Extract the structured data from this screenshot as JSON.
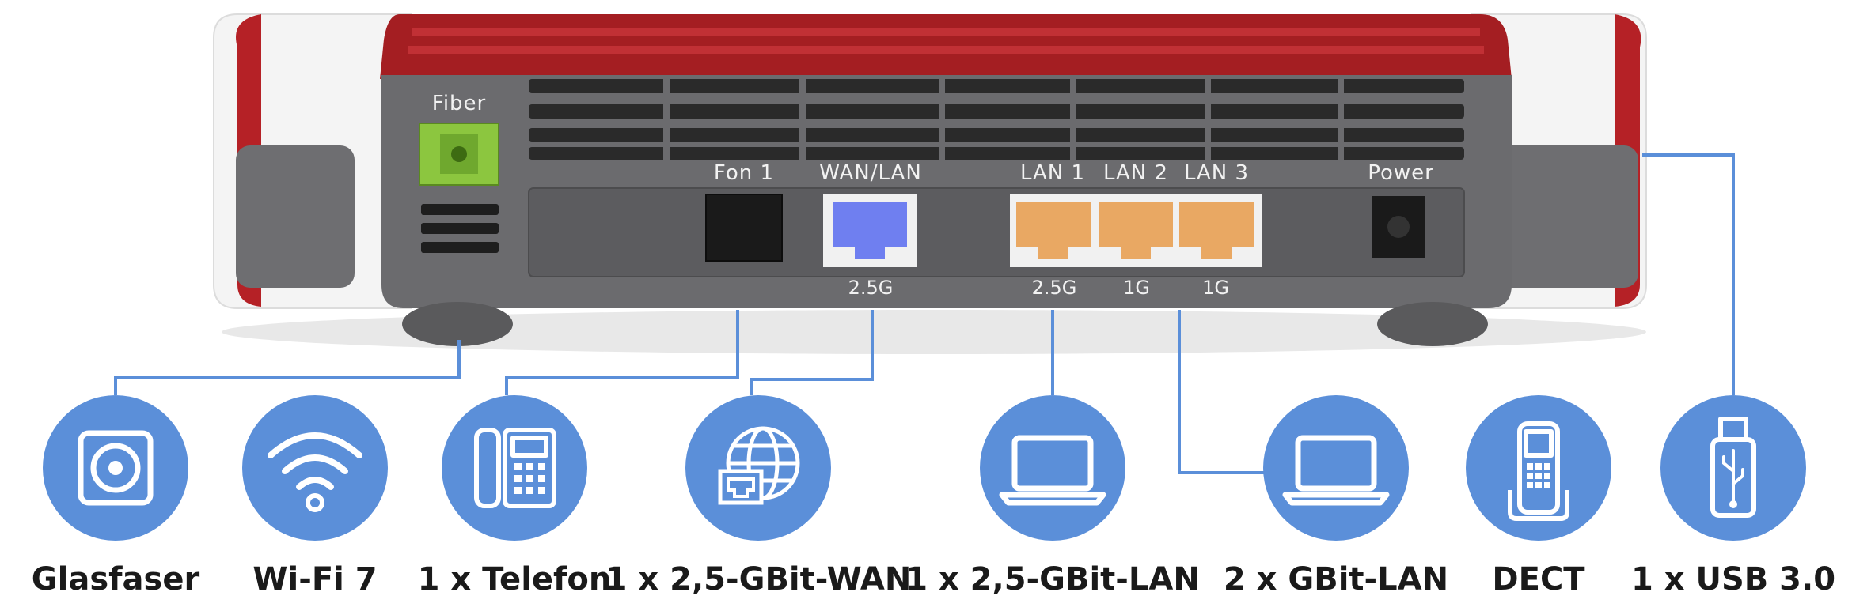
{
  "device": {
    "port_labels": {
      "fiber": "Fiber",
      "fon1": "Fon 1",
      "wan_lan": "WAN/LAN",
      "lan1": "LAN 1",
      "lan2": "LAN 2",
      "lan3": "LAN 3",
      "power": "Power"
    },
    "speed_labels": {
      "wan": "2.5G",
      "lan1": "2.5G",
      "lan2": "1G",
      "lan3": "1G"
    },
    "colors": {
      "top_red": "#a41e22",
      "body_gray": "#6b6b6e",
      "side_white": "#f4f4f4",
      "fiber_green": "#8cc63f",
      "wan_blue": "#6f7ff0",
      "lan_orange": "#e9a863",
      "connector_line": "#5b8fd9"
    }
  },
  "features": [
    {
      "icon": "fiber-optic-icon",
      "label": "Glasfaser"
    },
    {
      "icon": "wifi-icon",
      "label": "Wi-Fi 7"
    },
    {
      "icon": "telephone-icon",
      "label": "1 x Telefon"
    },
    {
      "icon": "globe-wan-icon",
      "label": "1 x 2,5-GBit-WAN"
    },
    {
      "icon": "laptop-icon",
      "label": "1 x 2,5-GBit-LAN"
    },
    {
      "icon": "laptop-icon",
      "label": "2 x GBit-LAN"
    },
    {
      "icon": "dect-phone-icon",
      "label": "DECT"
    },
    {
      "icon": "usb-stick-icon",
      "label": "1 x USB 3.0"
    }
  ]
}
